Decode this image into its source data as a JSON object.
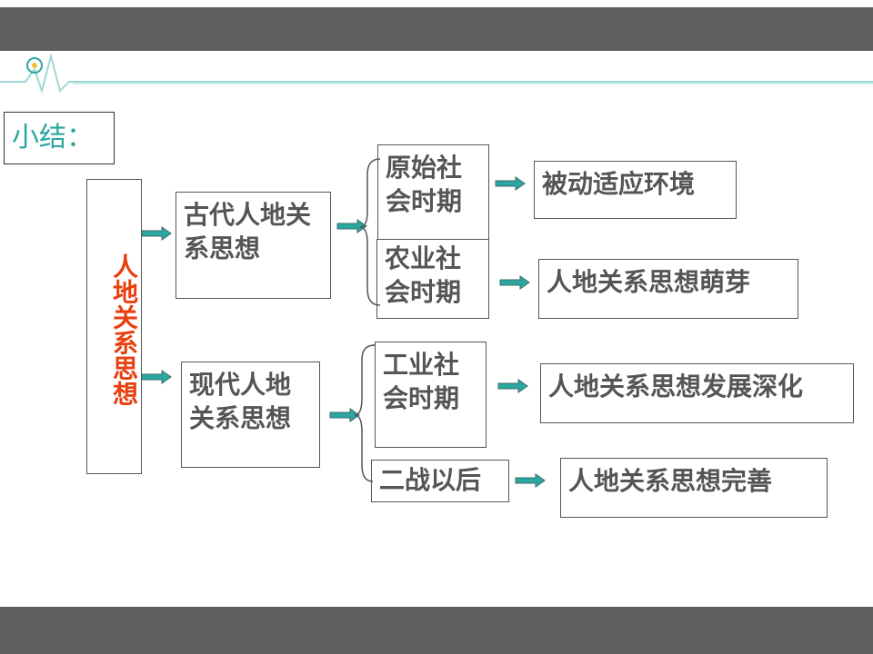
{
  "title": "小结：",
  "root": "人地关系思想",
  "branches": [
    {
      "label": "古代人地关系思想",
      "children": [
        {
          "label": "原始社会时期",
          "result": "被动适应环境"
        },
        {
          "label": "农业社会时期",
          "result": "人地关系思想萌芽"
        }
      ]
    },
    {
      "label": "现代人地关系思想",
      "children": [
        {
          "label": "工业社会时期",
          "result": "人地关系思想发展深化"
        },
        {
          "label": "二战以后",
          "result": "人地关系思想完善"
        }
      ]
    }
  ],
  "colors": {
    "bar": "#5f5f5f",
    "accent": "#2aa7a1",
    "root_text": "#e8400e",
    "box_text": "#555555",
    "arrow": "#2aa7a1"
  }
}
